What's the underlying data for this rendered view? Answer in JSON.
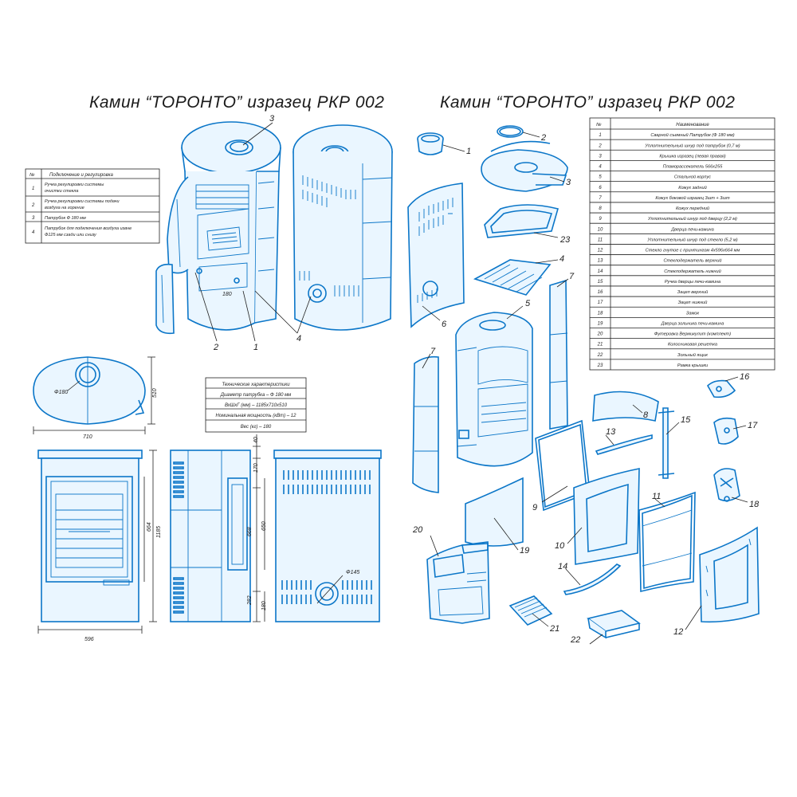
{
  "titles": {
    "left": "Камин “ТОРОНТО” изразец РКР 002",
    "right": "Камин “ТОРОНТО” изразец РКР 002"
  },
  "connection_table": {
    "headers": [
      "№",
      "Подключение и регулировка"
    ],
    "rows": [
      {
        "n": "1",
        "text": [
          "Ручка регулировки системы",
          "очистки стекла"
        ]
      },
      {
        "n": "2",
        "text": [
          "Ручка регулировки системы подачи",
          "воздуха на горение"
        ]
      },
      {
        "n": "3",
        "text": [
          "Патрубок Ф 180 мм"
        ]
      },
      {
        "n": "4",
        "text": [
          "Патрубок для подключения воздуха извне",
          "Ф125 мм сзади или снизу"
        ]
      }
    ]
  },
  "tech_table": {
    "header": "Технические характеристики",
    "rows": [
      "Диаметр патрубка – Ф 180 мм",
      "ВхШхГ (мм) – 1185х710х510",
      "Номинальная мощность (кВт) – 12",
      "Вес (кг) – 180"
    ]
  },
  "parts_table": {
    "headers": [
      "№",
      "Наименование"
    ],
    "rows": [
      {
        "n": "1",
        "name": "Сварной съемный Патрубок (Ф 180 мм)"
      },
      {
        "n": "2",
        "name": "Уплотнительный шнур под патрубок (0,7 м)"
      },
      {
        "n": "3",
        "name": "Крышка изразец (левая правая)"
      },
      {
        "n": "4",
        "name": "Пламорассекатель 566х255"
      },
      {
        "n": "5",
        "name": "Стальной корпус"
      },
      {
        "n": "6",
        "name": "Кожух задний"
      },
      {
        "n": "7",
        "name": "Кожух боковой изразец 3шт + 3шт"
      },
      {
        "n": "8",
        "name": "Кожух передний"
      },
      {
        "n": "9",
        "name": "Уплотнительный шнур под дверцу (2,2 м)"
      },
      {
        "n": "10",
        "name": "Дверца печи-камина"
      },
      {
        "n": "11",
        "name": "Уплотнительный шнур под стекло (5,2 м)"
      },
      {
        "n": "12",
        "name": "Стекло гнутое с принтингом 4х596х664 мм"
      },
      {
        "n": "13",
        "name": "Стеклодержатель верхний"
      },
      {
        "n": "14",
        "name": "Стеклодержатель нижний"
      },
      {
        "n": "15",
        "name": "Ручка дверцы печи-камина"
      },
      {
        "n": "16",
        "name": "Зацеп верхний"
      },
      {
        "n": "17",
        "name": "Зацеп нижний"
      },
      {
        "n": "18",
        "name": "Замок"
      },
      {
        "n": "19",
        "name": "Дверца зольника печи-камина"
      },
      {
        "n": "20",
        "name": "Футеровка Вермикулит (комплект)"
      },
      {
        "n": "21",
        "name": "Колосниковая решетка"
      },
      {
        "n": "22",
        "name": "Зольный ящик"
      },
      {
        "n": "23",
        "name": "Рамка крышки"
      }
    ]
  },
  "iso_callouts": [
    "1",
    "2",
    "3",
    "4",
    "180"
  ],
  "exploded_callouts": [
    "1",
    "2",
    "3",
    "4",
    "5",
    "6",
    "7",
    "7",
    "8",
    "9",
    "10",
    "11",
    "12",
    "13",
    "14",
    "15",
    "16",
    "17",
    "18",
    "19",
    "20",
    "21",
    "22",
    "23"
  ],
  "dimensions": {
    "top_width": "710",
    "top_depth": "510",
    "pipe_diam": "Ф180",
    "front_width": "596",
    "front_height": "1185",
    "glass_height": "664",
    "d40": "40",
    "d170": "170",
    "d668": "668",
    "d650": "650",
    "d282": "282",
    "d180": "180",
    "rear_pipe": "Ф145"
  },
  "colors": {
    "line": "#0b76c8",
    "fill": "#eaf6ff",
    "text": "#222222"
  }
}
